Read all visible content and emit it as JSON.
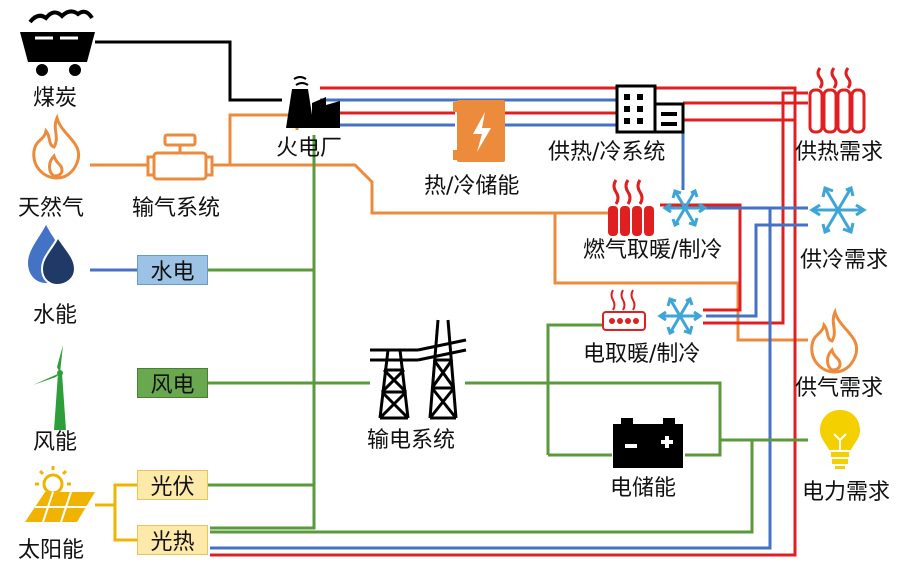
{
  "sources": {
    "coal": "煤炭",
    "natural_gas": "天然气",
    "hydro": "水能",
    "wind": "风能",
    "solar": "太阳能"
  },
  "converters": {
    "gas_transmission": "输气系统",
    "hydropower": "水电",
    "wind_power": "风电",
    "photovoltaic": "光伏",
    "solar_thermal": "光热",
    "thermal_plant": "火电厂",
    "heat_cold_storage": "热/冷储能",
    "heating_cooling_system": "供热/冷系统",
    "gas_heating_cooling": "燃气取暖/制冷",
    "electric_heating_cooling": "电取暖/制冷",
    "power_transmission": "输电系统",
    "electric_storage": "电储能"
  },
  "demands": {
    "heat": "供热需求",
    "cold": "供冷需求",
    "gas": "供气需求",
    "power": "电力需求"
  },
  "colors": {
    "heat_line": "#e02020",
    "cold_line": "#4472c4",
    "gas_line": "#ed8b3d",
    "power_line": "#5a9a3c",
    "solar_line": "#f0b400",
    "coal_line": "#000000",
    "hydro_line": "#4472c4"
  },
  "icons": {
    "coal": "coal-cart-icon",
    "gas": "flame-icon",
    "hydro": "water-drop-icon",
    "wind": "wind-turbine-icon",
    "solar": "solar-panel-icon",
    "plant": "power-plant-icon",
    "storage": "thermal-storage-icon",
    "building": "building-icon",
    "radiator": "radiator-icon",
    "snowflake": "snowflake-icon",
    "tower": "transmission-tower-icon",
    "battery": "battery-icon",
    "bulb": "light-bulb-icon"
  }
}
